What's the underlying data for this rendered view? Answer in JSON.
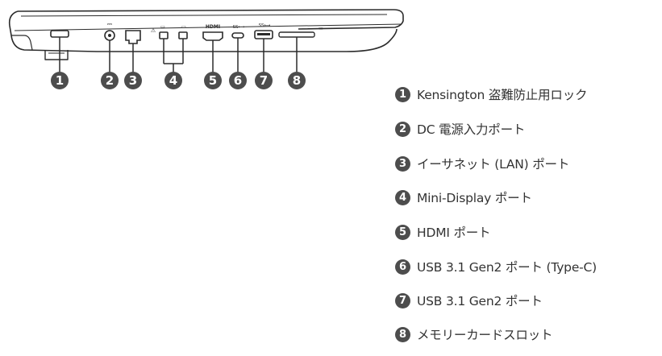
{
  "figure": {
    "callout_numbers": [
      "1",
      "2",
      "3",
      "4",
      "5",
      "6",
      "7",
      "8"
    ],
    "port_symbols": {
      "dc_in": "⎓",
      "ethernet": "品",
      "mini_display": "▭",
      "hdmi": "HDMI",
      "usb_c": "SS⟷",
      "usb_a": "SS⟷",
      "card": "▭"
    }
  },
  "legend": {
    "items": [
      {
        "number": "1",
        "label": "Kensington 盗難防止用ロック"
      },
      {
        "number": "2",
        "label": "DC 電源入力ポート"
      },
      {
        "number": "3",
        "label": "イーサネット (LAN) ポート"
      },
      {
        "number": "4",
        "label": "Mini-Display ポート"
      },
      {
        "number": "5",
        "label": "HDMI ポート"
      },
      {
        "number": "6",
        "label": "USB 3.1 Gen2 ポート (Type-C)"
      },
      {
        "number": "7",
        "label": "USB 3.1 Gen2 ポート"
      },
      {
        "number": "8",
        "label": "メモリーカードスロット"
      }
    ]
  },
  "colors": {
    "badge": "#4d4d4d",
    "outline": "#2b2b2b",
    "text": "#333333"
  }
}
